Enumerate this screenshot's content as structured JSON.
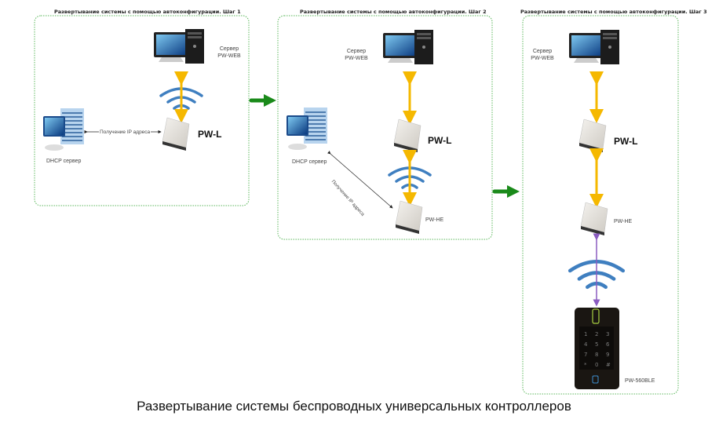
{
  "panels": [
    {
      "title": "Развертывание системы с помощью автоконфигурации. Шаг 1",
      "server_label": "Сервер",
      "server_model": "PW-WEB",
      "dhcp_label": "DHCP сервер",
      "ip_link_label": "Получение IP адреса",
      "controller_label": "PW-L"
    },
    {
      "title": "Развертывание системы с помощью автоконфигурации. Шаг 2",
      "server_label": "Сервер",
      "server_model": "PW-WEB",
      "dhcp_label": "DHCP сервер",
      "ip_link_label": "Получение IP адреса",
      "controller_label": "PW-L",
      "extender_label": "PW-HE"
    },
    {
      "title": "Развертывание системы с помощью автоконфигурации. Шаг 3",
      "server_label": "Сервер",
      "server_model": "PW-WEB",
      "controller_label": "PW-L",
      "extender_label": "PW-HE",
      "reader_label": "PW-560BLE",
      "keypad_keys": [
        "1",
        "2",
        "3",
        "4",
        "5",
        "6",
        "7",
        "8",
        "9",
        "*",
        "0",
        "#"
      ]
    }
  ],
  "caption": "Развертывание системы беспроводных универсальных контроллеров",
  "colors": {
    "panel_border": "#5cb85c",
    "step_arrow": "#1a8a1a",
    "wired_link": "#f5b800",
    "wireless_waves": "#3f7fc0",
    "ble_link": "#8a5cc0",
    "reader_body": "#1a1612",
    "reader_led": "#a8d040"
  }
}
